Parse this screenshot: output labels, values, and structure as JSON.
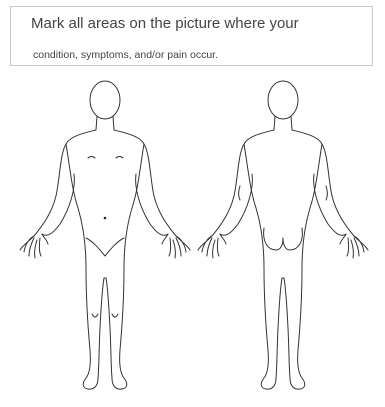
{
  "instructions": {
    "line1": "Mark all areas on the picture where your",
    "line2": "condition, symptoms, and/or pain occur."
  },
  "figures": [
    {
      "view": "front",
      "icon": "front-body-outline-icon"
    },
    {
      "view": "back",
      "icon": "back-body-outline-icon"
    }
  ],
  "colors": {
    "outline": "#333333",
    "border": "#c8c8c8",
    "text": "#444444"
  }
}
